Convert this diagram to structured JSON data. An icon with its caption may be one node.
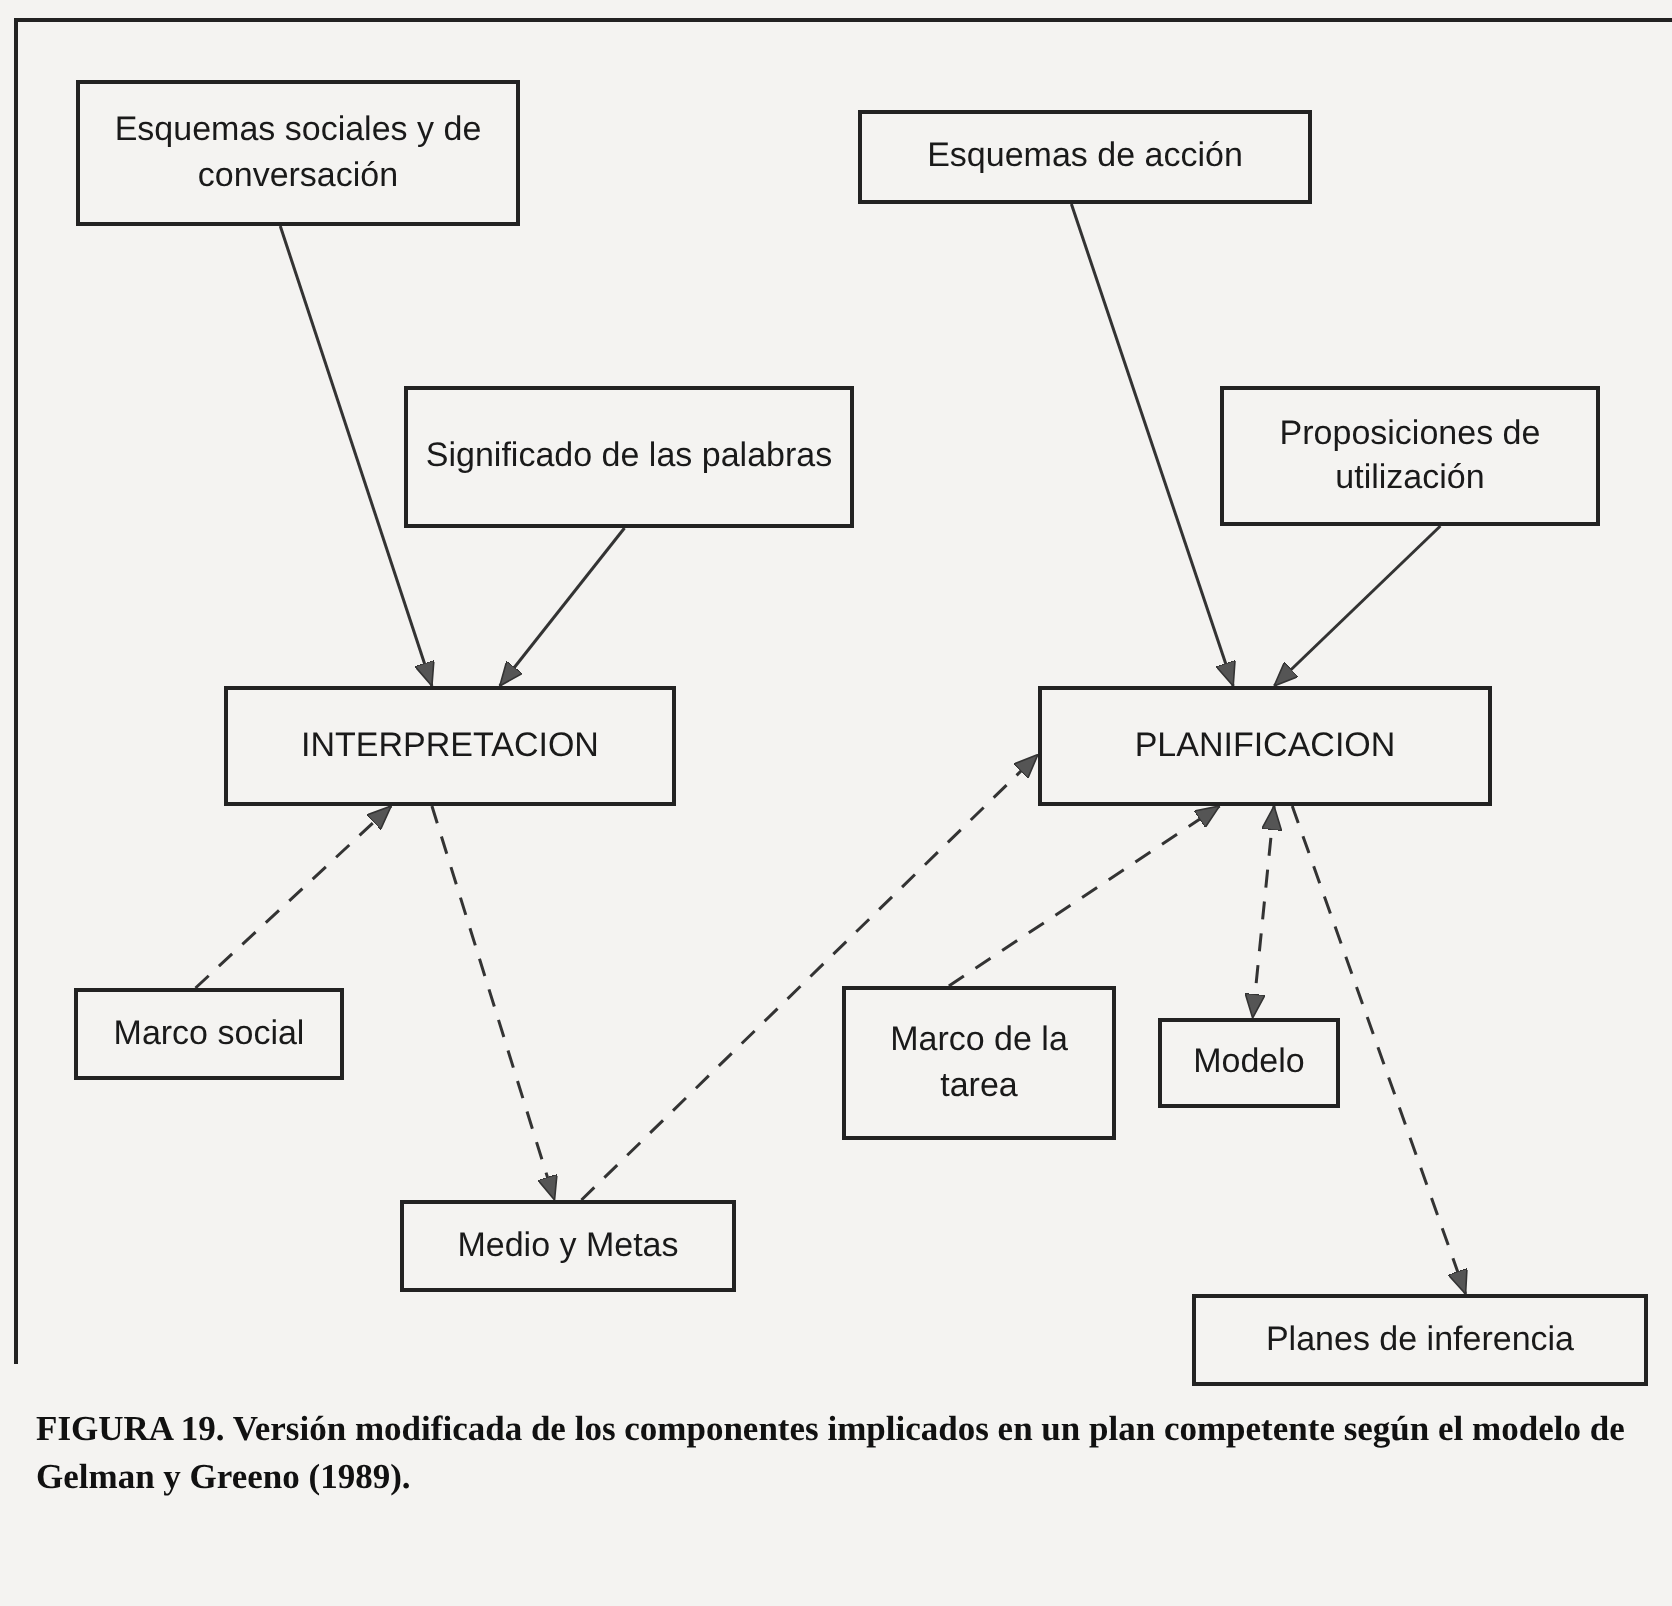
{
  "diagram": {
    "caption": "FIGURA 19. Versión modificada de los componentes implicados en un plan competente según el modelo de Gelman y Greeno (1989).",
    "nodes": [
      {
        "text": [
          "Esquemas sociales y de conversación"
        ]
      },
      {
        "text": [
          "Esquemas de acción"
        ]
      },
      {
        "text": [
          "Significado de las palabras"
        ]
      },
      {
        "text": [
          "Proposiciones de utilización"
        ]
      },
      {
        "text": [
          "INTERPRETACION"
        ]
      },
      {
        "text": [
          "PLANIFICACION"
        ]
      },
      {
        "text": [
          "Marco social"
        ]
      },
      {
        "text": [
          "Marco de la tarea"
        ]
      },
      {
        "text": [
          "Modelo"
        ]
      },
      {
        "text": [
          "Medio y Metas"
        ]
      },
      {
        "text": [
          "Planes de inferencia"
        ]
      }
    ],
    "edges": [
      {
        "from": 0,
        "to": 4,
        "arrow": "to"
      },
      {
        "from": 2,
        "to": 4,
        "arrow": "to"
      },
      {
        "from": 1,
        "to": 5,
        "arrow": "to"
      },
      {
        "from": 3,
        "to": 5,
        "arrow": "to"
      },
      {
        "from": 6,
        "to": 4,
        "arrow": "to",
        "style": "dashed"
      },
      {
        "from": 4,
        "to": 9,
        "arrow": "to",
        "style": "dashed"
      },
      {
        "from": 9,
        "to": 5,
        "arrow": "to",
        "style": "dashed"
      },
      {
        "from": 7,
        "to": 5,
        "arrow": "to",
        "style": "dashed"
      },
      {
        "from": 5,
        "to": 8,
        "arrow": "both",
        "style": "dashed"
      },
      {
        "from": 5,
        "to": 10,
        "arrow": "to",
        "style": "dashed"
      }
    ]
  }
}
